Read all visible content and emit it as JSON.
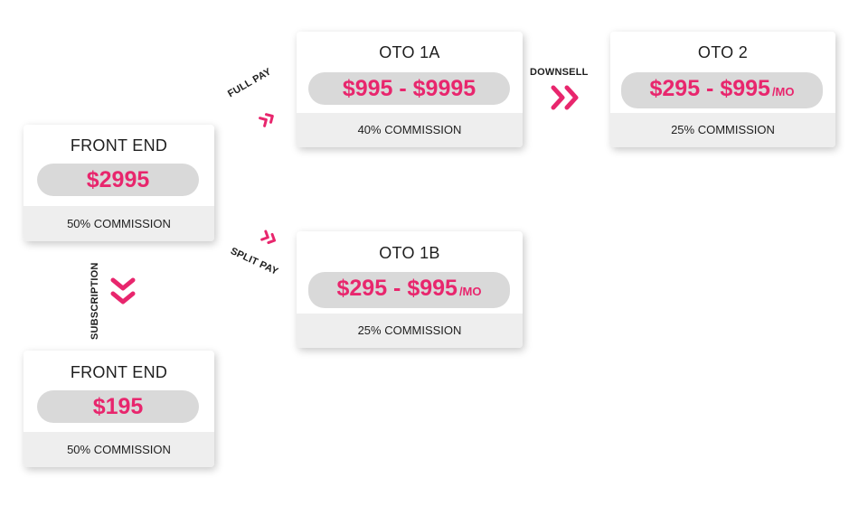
{
  "front_end_main": {
    "title": "FRONT END",
    "price": "$2995",
    "commission": "50% COMMISSION"
  },
  "front_end_sub": {
    "title": "FRONT END",
    "price": "$195",
    "commission": "50% COMMISSION"
  },
  "oto_1a": {
    "title": "OTO 1A",
    "price": "$995 - $9995",
    "commission": "40% COMMISSION"
  },
  "oto_1b": {
    "title": "OTO 1B",
    "price": "$295 - $995",
    "price_suffix": "/MO",
    "commission": "25% COMMISSION"
  },
  "oto_2": {
    "title": "OTO 2",
    "price": "$295 - $995",
    "price_suffix": "/MO",
    "commission": "25% COMMISSION"
  },
  "connectors": {
    "full_pay": "FULL PAY",
    "split_pay": "SPLIT PAY",
    "downsell": "DOWNSELL",
    "subscription": "SUBSCRIPTION"
  },
  "colors": {
    "accent": "#e8266d",
    "pill": "#d9d9d9",
    "footer": "#eeeeee",
    "text": "#1e1e1e"
  },
  "icons": {
    "flow_arrow": "double-chevron-icon"
  }
}
